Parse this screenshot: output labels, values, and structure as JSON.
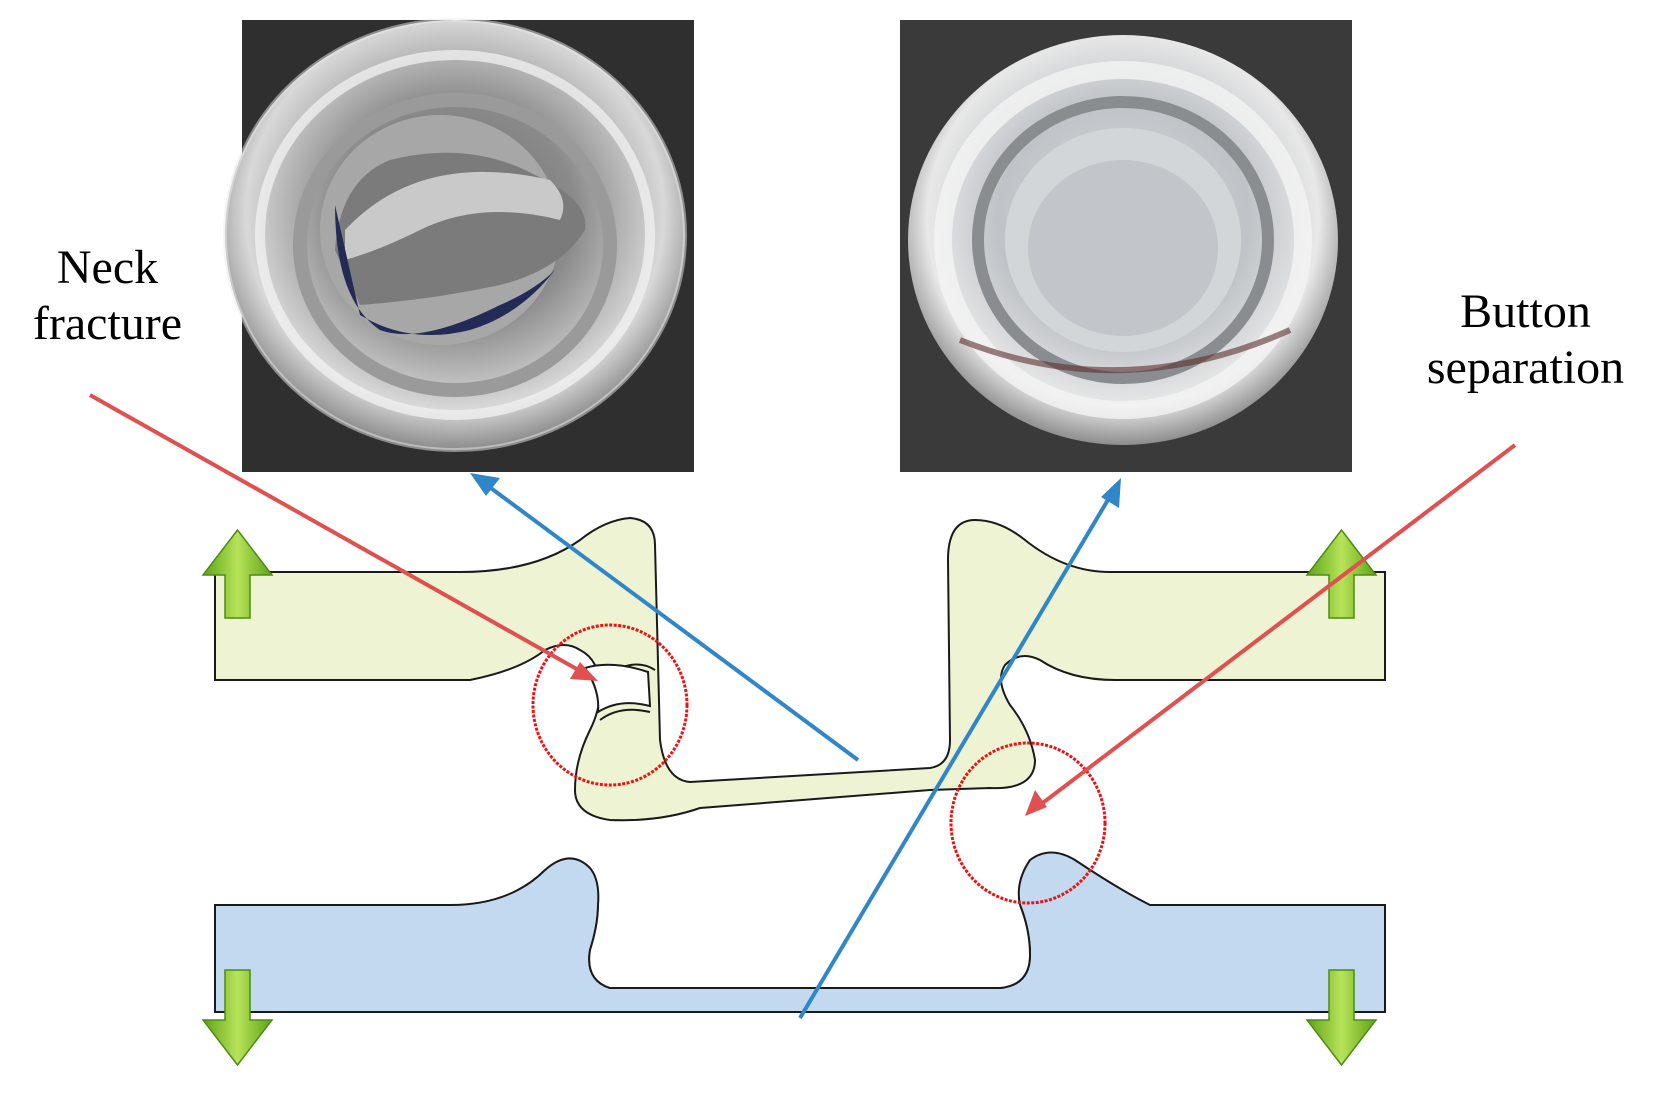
{
  "labels": {
    "neck": [
      "Neck",
      "fracture"
    ],
    "button": [
      "Button",
      "separation"
    ]
  },
  "colors": {
    "upper_sheet": "#eef3d3",
    "lower_sheet": "#c3d9ef",
    "outline": "#1a1a1a",
    "arrow_green": "#7fbf2a",
    "pointer_red": "#e05050",
    "pointer_blue": "#2f86c9",
    "circle_red": "#ee1111"
  }
}
